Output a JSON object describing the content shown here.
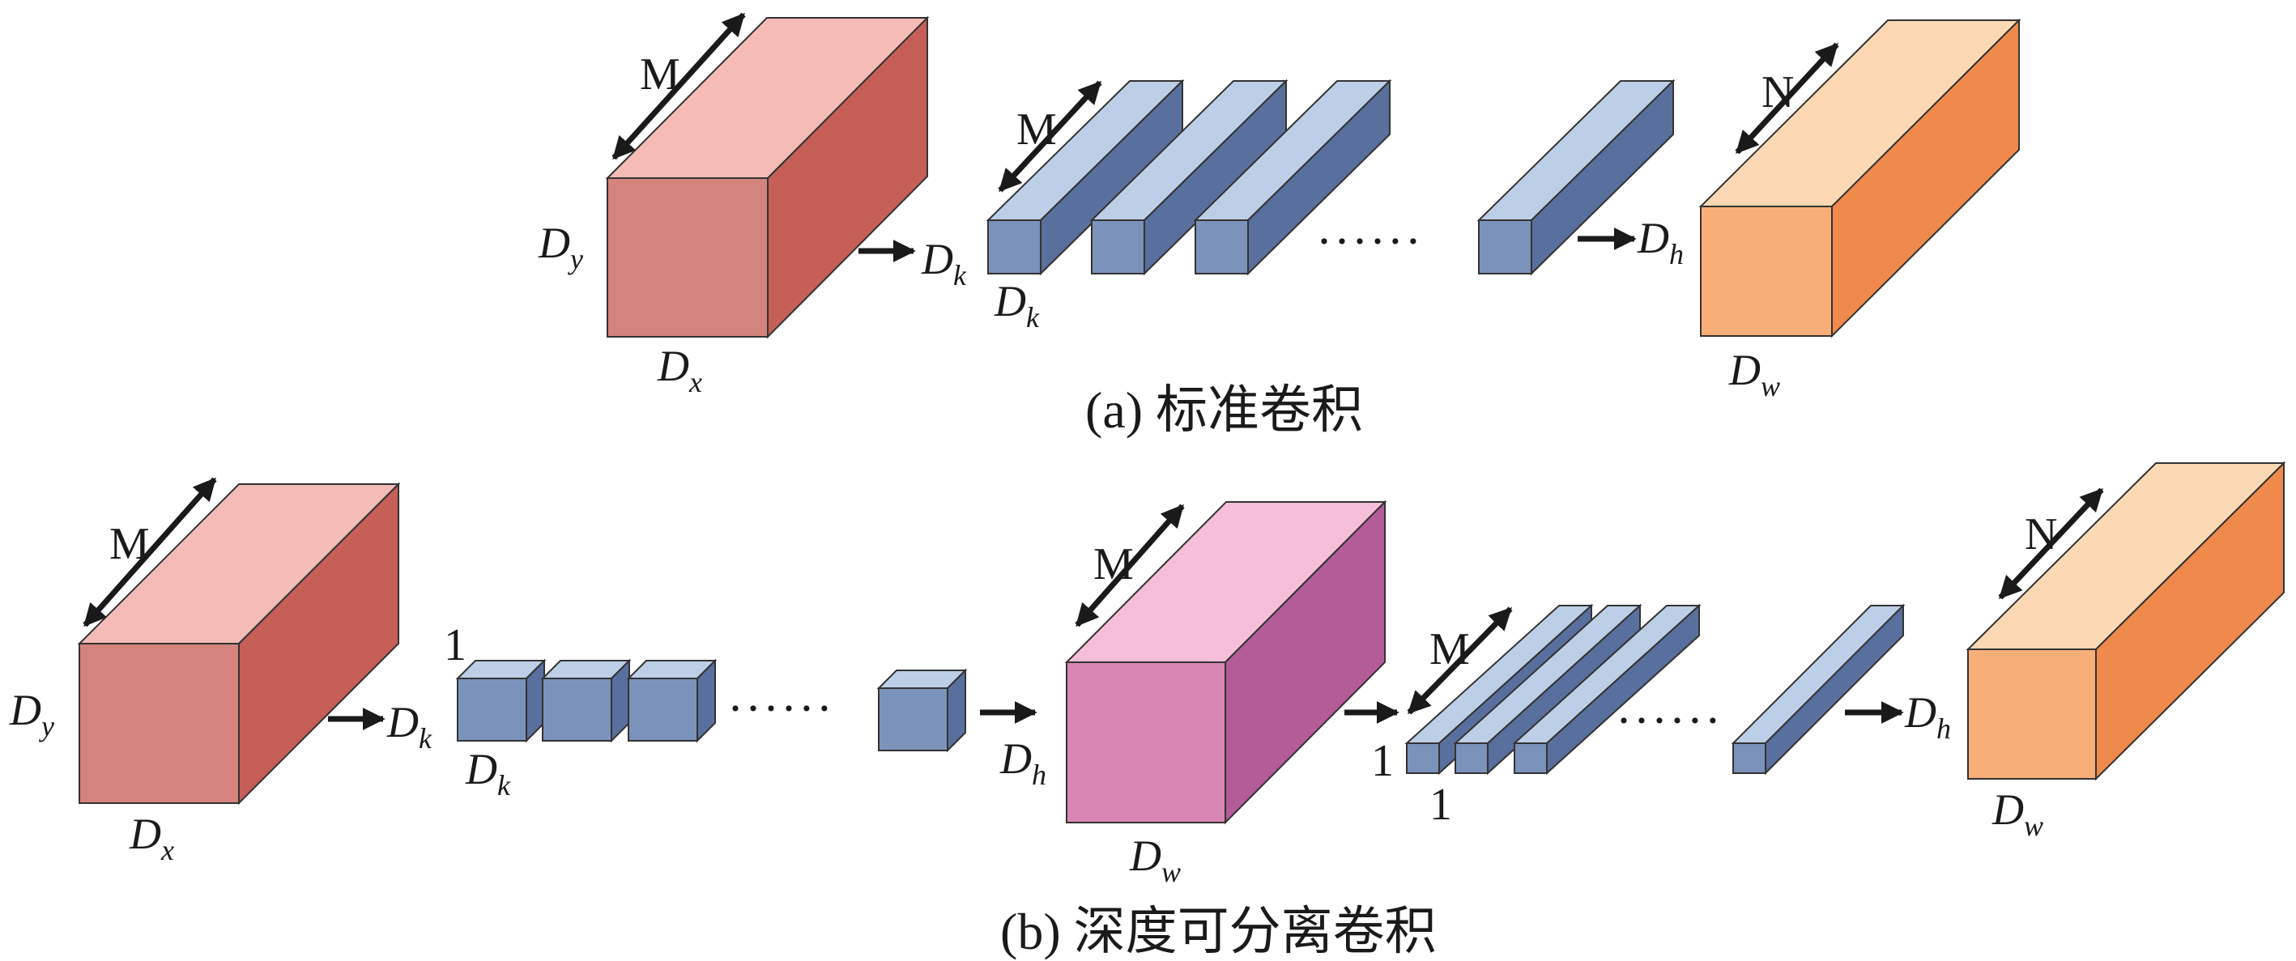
{
  "colors": {
    "input_front": "#d4847c",
    "input_top": "#f5bcb7",
    "input_side": "#c55f58",
    "kernel_front": "#7b92bb",
    "kernel_top": "#bccfe6",
    "kernel_side": "#596f9d",
    "output_front": "#f8ae78",
    "output_top": "#fdd8b4",
    "output_side": "#ef8a4c",
    "mid_front": "#d886b3",
    "mid_top": "#f6bed8",
    "mid_side": "#b45c98",
    "ink": "#1a1a1a"
  },
  "panel_a": {
    "caption": "(a) 标准卷积",
    "input_block": {
      "depth_label": "M",
      "height_label": "D",
      "height_sub": "y",
      "width_label": "D",
      "width_sub": "x"
    },
    "kernel_depth_label": "M",
    "kernel_height_label": "D",
    "kernel_height_sub": "k",
    "kernel_width_label": "D",
    "kernel_width_sub": "k",
    "dots": "······",
    "output_height_label": "D",
    "output_height_sub": "h",
    "output_block": {
      "depth_label": "N",
      "width_label": "D",
      "width_sub": "w"
    }
  },
  "panel_b": {
    "caption": "(b) 深度可分离卷积",
    "input_block": {
      "depth_label": "M",
      "height_label": "D",
      "height_sub": "y",
      "width_label": "D",
      "width_sub": "x"
    },
    "dw_kernel_depth_label": "1",
    "dw_kernel_height_label": "D",
    "dw_kernel_height_sub": "k",
    "dw_kernel_width_label": "D",
    "dw_kernel_width_sub": "k",
    "dots1": "······",
    "mid_block": {
      "depth_label": "M",
      "height_label": "D",
      "height_sub": "h",
      "width_label": "D",
      "width_sub": "w"
    },
    "pw_kernel_depth_label": "M",
    "pw_kernel_height_label": "1",
    "pw_kernel_width_label": "1",
    "dots2": "······",
    "output_height_label": "D",
    "output_height_sub": "h",
    "output_block": {
      "depth_label": "N",
      "width_label": "D",
      "width_sub": "w"
    }
  }
}
